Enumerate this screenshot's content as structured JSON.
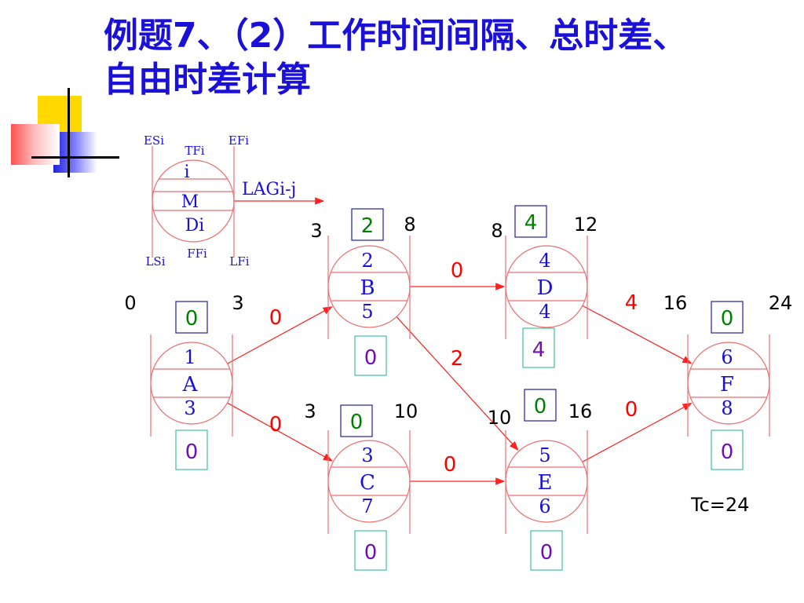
{
  "title": {
    "line1": "例题7、（2）工作时间间隔、总时差、",
    "line2": "自由时差计算"
  },
  "legend": {
    "es": "ESi",
    "ef": "EFi",
    "tf": "TFi",
    "i": "i",
    "m": "M",
    "di": "Di",
    "ff": "FFi",
    "ls": "LSi",
    "lf": "LFi",
    "lag": "LAGi-j"
  },
  "nodes": [
    {
      "id": "A",
      "num": "1",
      "dur": "3",
      "es": "0",
      "ef": "3",
      "tf": "0",
      "ff": "0"
    },
    {
      "id": "B",
      "num": "2",
      "dur": "5",
      "es": "3",
      "ef": "8",
      "tf": "2",
      "ff": "0"
    },
    {
      "id": "C",
      "num": "3",
      "dur": "7",
      "es": "3",
      "ef": "10",
      "tf": "0",
      "ff": "0"
    },
    {
      "id": "D",
      "num": "4",
      "dur": "4",
      "es": "8",
      "ef": "12",
      "tf": "4",
      "ff": "4"
    },
    {
      "id": "E",
      "num": "5",
      "dur": "6",
      "es": "10",
      "ef": "16",
      "tf": "0",
      "ff": "0"
    },
    {
      "id": "F",
      "num": "6",
      "dur": "8",
      "es": "16",
      "ef": "24",
      "tf": "0",
      "ff": "0"
    }
  ],
  "lags": [
    {
      "from": "A",
      "to": "B",
      "value": "0"
    },
    {
      "from": "A",
      "to": "C",
      "value": "0"
    },
    {
      "from": "B",
      "to": "D",
      "value": "0"
    },
    {
      "from": "B",
      "to": "E",
      "value": "2"
    },
    {
      "from": "C",
      "to": "E",
      "value": "0"
    },
    {
      "from": "D",
      "to": "F",
      "value": "4"
    },
    {
      "from": "E",
      "to": "F",
      "value": "0"
    }
  ],
  "tc": "Tc=24",
  "colors": {
    "title": "#1a10d8",
    "node_text": "#1a10d8",
    "node_line": "#e87070",
    "arrow": "#ff2020",
    "lag_text": "#ff0000",
    "tf_text": "#008000",
    "tf_box": "#2020a0",
    "ff_text": "#7010b0",
    "ff_box": "#40c0a0"
  }
}
